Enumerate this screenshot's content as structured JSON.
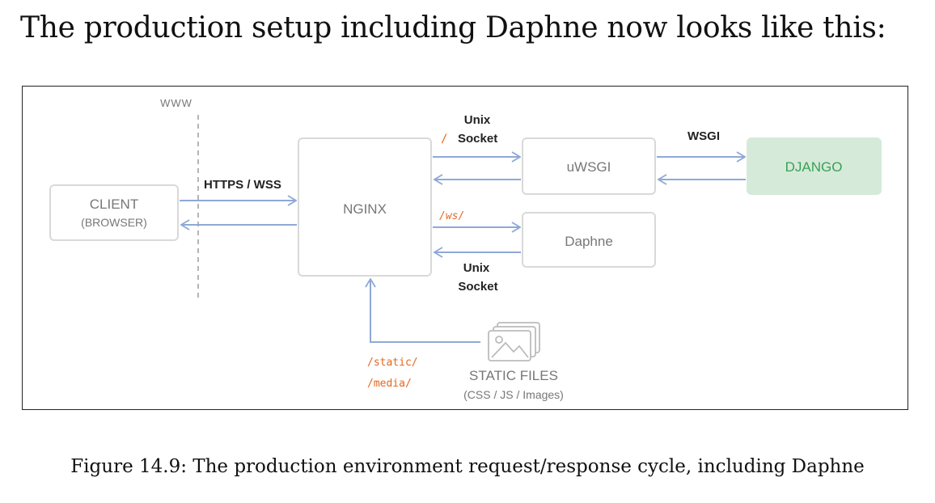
{
  "heading": "The production setup including Daphne now looks like this:",
  "caption": "Figure 14.9: The production environment request/response cycle, including Daphne",
  "colors": {
    "box_border": "#d9d9d9",
    "box_text": "#777777",
    "arrow": "#8fa9d6",
    "path_label": "#e2671f",
    "django_fill": "#d5ead9",
    "django_text": "#3aa056",
    "edge_label": "#222222",
    "divider": "#b5b5b5"
  },
  "diagram": {
    "www_label": "WWW",
    "client": {
      "line1": "CLIENT",
      "line2": "(BROWSER)"
    },
    "nginx": "NGINX",
    "uwsgi": "uWSGI",
    "daphne": "Daphne",
    "django": "DJANGO",
    "static_files": {
      "line1": "STATIC FILES",
      "line2": "(CSS / JS / Images)"
    },
    "client_nginx_label": "HTTPS / WSS",
    "upper_socket": {
      "line1": "Unix",
      "line2": "Socket"
    },
    "root_path": "/",
    "ws_path": "/ws/",
    "lower_socket": {
      "line1": "Unix",
      "line2": "Socket"
    },
    "wsgi_label": "WSGI",
    "static_path": "/static/",
    "media_path": "/media/"
  }
}
